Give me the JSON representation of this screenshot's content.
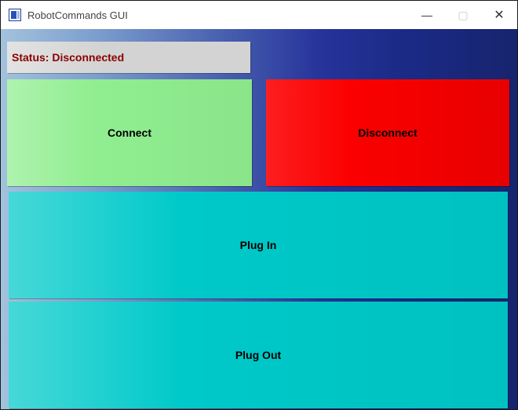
{
  "window": {
    "title": "RobotCommands GUI",
    "controls": {
      "minimize": "—",
      "maximize": "▢",
      "close": "✕"
    }
  },
  "status": {
    "text": "Status: Disconnected",
    "text_color": "#8b0000",
    "background_color": "#d3d3d3"
  },
  "buttons": {
    "connect": {
      "label": "Connect",
      "color": "#90ee90"
    },
    "disconnect": {
      "label": "Disconnect",
      "color": "#fb0000"
    },
    "plug_in": {
      "label": "Plug In",
      "color": "#00c9c9"
    },
    "plug_out": {
      "label": "Plug Out",
      "color": "#00c9c9"
    }
  },
  "theme": {
    "background_gradient_left": "#a3c2dc",
    "background_gradient_right": "#17246e",
    "titlebar_background": "#ffffff"
  }
}
